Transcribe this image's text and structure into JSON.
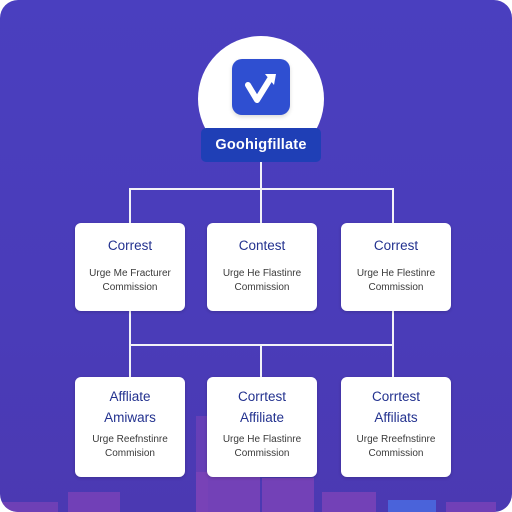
{
  "brand": {
    "name": "Goohigfillate"
  },
  "icons": {
    "logo": "check-arrow-icon"
  },
  "colors": {
    "background": "#4a3dbc",
    "brand_button": "#1f3fb6",
    "logo_square": "#2f4fd1",
    "card_title": "#23328f"
  },
  "row1": [
    {
      "title": "Correst",
      "line1": "Urge Me Fracturer",
      "line2": "Commission"
    },
    {
      "title": "Contest",
      "line1": "Urge He Flastinre",
      "line2": "Commission"
    },
    {
      "title": "Correst",
      "line1": "Urge He Flestinre",
      "line2": "Commission"
    }
  ],
  "row2": [
    {
      "title": "Affliate",
      "title2": "Amiwars",
      "line1": "Urge Reefnstinre",
      "line2": "Commision"
    },
    {
      "title": "Corrtest",
      "title2": "Affiliate",
      "line1": "Urge He Flastinre",
      "line2": "Commission"
    },
    {
      "title": "Corrtest",
      "title2": "Affiliats",
      "line1": "Urge Rreefnstinre",
      "line2": "Commission"
    }
  ]
}
